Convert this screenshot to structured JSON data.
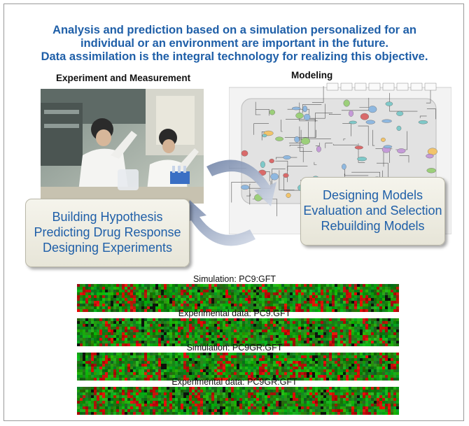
{
  "headline": {
    "line1": "Analysis and prediction based on a simulation personalized for an",
    "line2": "individual or an environment are important in the future.",
    "line3": "Data assimilation is the integral technology for realizing this objective."
  },
  "sections": {
    "experiment_title": "Experiment and Measurement",
    "modeling_title": "Modeling"
  },
  "callout_left": {
    "line1": "Building Hypothesis",
    "line2": "Predicting Drug Response",
    "line3": "Designing Experiments"
  },
  "callout_right": {
    "line1": "Designing Models",
    "line2": "Evaluation and Selection",
    "line3": "Rebuilding Models"
  },
  "heatmaps": [
    {
      "label": "Simulation: PC9:GFT"
    },
    {
      "label": "Experimental data: PC9:GFT"
    },
    {
      "label": "Simulation: PC9GR:GFT"
    },
    {
      "label": "Experimental data: PC9GR:GFT"
    }
  ],
  "colors": {
    "headline": "#1f5fa8",
    "heat_red": "#c8141e",
    "heat_green": "#2aa02a",
    "arrow": "#8fa0bd"
  }
}
